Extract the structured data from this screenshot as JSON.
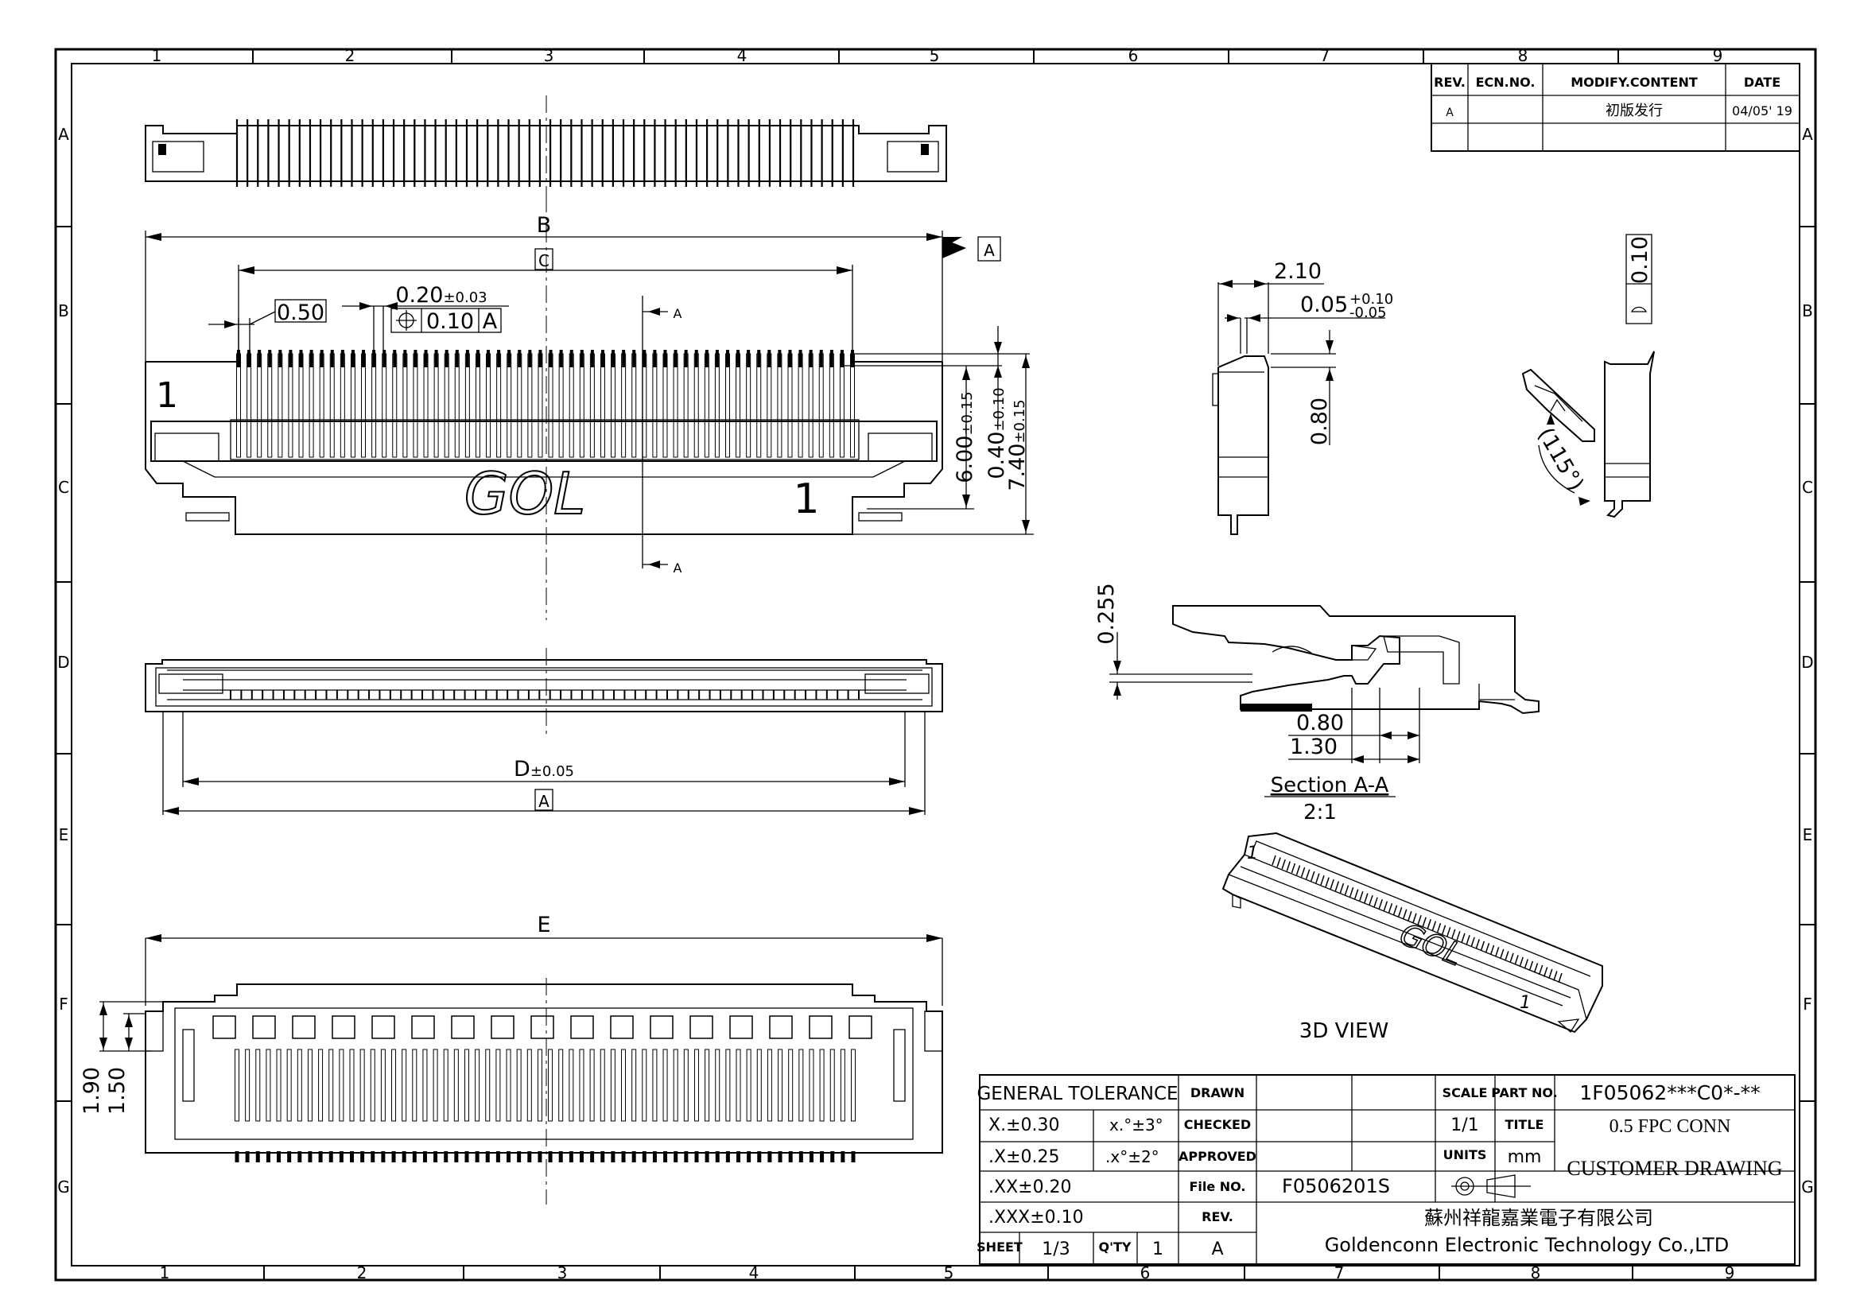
{
  "frame": {
    "col_zones": [
      "1",
      "2",
      "3",
      "4",
      "5",
      "6",
      "7",
      "8",
      "9"
    ],
    "row_zones": [
      "A",
      "B",
      "C",
      "D",
      "E",
      "F",
      "G"
    ]
  },
  "revision_table": {
    "headers": [
      "REV.",
      "ECN.NO.",
      "MODIFY.CONTENT",
      "DATE"
    ],
    "rows": [
      [
        "A",
        "",
        "初版发行",
        "04/05' 19"
      ],
      [
        "",
        "",
        "",
        ""
      ]
    ]
  },
  "front_view": {
    "dim_b": "B",
    "dim_c": "C",
    "datum_a": "A",
    "pitch": "0.50",
    "pin_width": "0.20",
    "pin_width_tol": "±0.03",
    "position_tol_value": "0.10",
    "position_tol_datum": "A",
    "section_marker": "A",
    "pin1_left": "1",
    "pin1_right": "1",
    "logo": "GOL",
    "dim_600": "6.00",
    "dim_600_tol": "±0.15",
    "dim_040": "0.40",
    "dim_040_tol": "±0.10",
    "dim_740": "7.40",
    "dim_740_tol": "±0.15"
  },
  "bottom_view": {
    "dim_d": "D",
    "dim_d_tol": "±0.05",
    "datum_a": "A"
  },
  "back_view": {
    "dim_e": "E",
    "dim_190": "1.90",
    "dim_150": "1.50"
  },
  "side_view": {
    "dim_210": "2.10",
    "dim_005": "0.05",
    "dim_005_tol_plus": "+0.10",
    "dim_005_tol_minus": "-0.05",
    "dim_080": "0.80"
  },
  "open_view": {
    "flatness_value": "0.10",
    "angle": "(115°)"
  },
  "section_view": {
    "dim_0255": "0.255",
    "dim_080": "0.80",
    "dim_130": "1.30",
    "title": "Section  A-A",
    "scale": "2:1"
  },
  "iso_view": {
    "label": "3D  VIEW",
    "logo": "GOL",
    "pin1_a": "1",
    "pin1_b": "1"
  },
  "title_block": {
    "general_tolerance": "GENERAL TOLERANCE",
    "tol_x": "X.±0.30",
    "tol_x1": ".X±0.25",
    "tol_x2": ".XX±0.20",
    "tol_x3": ".XXX±0.10",
    "ang_1": "x.°±3°",
    "ang_2": ".x°±2°",
    "drawn": "DRAWN",
    "checked": "CHECKED",
    "approved": "APPROVED",
    "file_no_label": "File NO.",
    "file_no": "F0506201S",
    "rev_label": "REV.",
    "rev": "A",
    "sheet_label": "SHEET",
    "sheet": "1/3",
    "qty_label": "Q'TY",
    "qty": "1",
    "scale_label": "SCALE",
    "scale": "1/1",
    "units_label": "UNITS",
    "units": "mm",
    "part_no_label": "PART NO.",
    "part_no": "1F05062***C0*-**",
    "title_label": "TITLE",
    "title": "0.5 FPC CONN",
    "customer_drawing": "CUSTOMER DRAWING",
    "company_cn": "蘇州祥龍嘉業電子有限公司",
    "company_en": "Goldenconn  Electronic  Technology  Co.,LTD"
  }
}
